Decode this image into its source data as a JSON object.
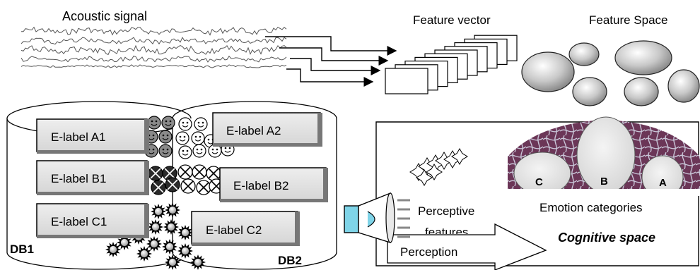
{
  "top": {
    "acoustic_signal_label": "Acoustic signal",
    "feature_vector_label": "Feature vector",
    "feature_space_label": "Feature Space"
  },
  "databases": {
    "db1": {
      "name": "DB1",
      "labels": [
        "E-label A1",
        "E-label B1",
        "E-label C1"
      ]
    },
    "db2": {
      "name": "DB2",
      "labels": [
        "E-label A2",
        "E-label B2",
        "E-label C2"
      ]
    }
  },
  "cognitive": {
    "perceptive_features_line1": "Perceptive",
    "perceptive_features_line2": "features",
    "categories": [
      "C",
      "B",
      "A"
    ],
    "emotion_categories_label": "Emotion categories",
    "cognitive_space_label": "Cognitive space",
    "perception_label": "Perception"
  },
  "icons": [
    "waveform",
    "feature-vector-stack",
    "feature-space-ellipses",
    "database-cylinders",
    "smiley-icons",
    "speaker-icon",
    "perceptive-features-arrows"
  ]
}
